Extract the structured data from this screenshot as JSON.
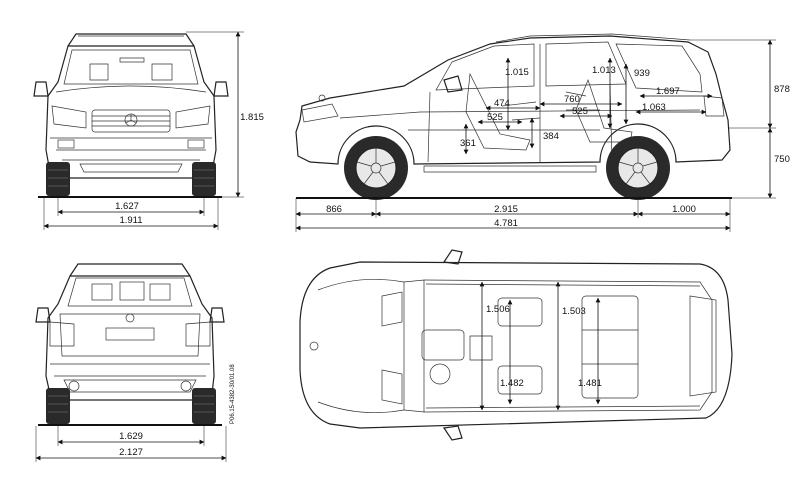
{
  "front": {
    "track": "1.627",
    "width": "1.911",
    "height": "1.815"
  },
  "rear": {
    "track": "1.629",
    "width_mirrors": "2.127",
    "drawing_code": "P06.15-4382-30/01.08"
  },
  "side": {
    "front_overhang": "866",
    "wheelbase": "2.915",
    "rear_overhang": "1.000",
    "length": "4.781",
    "headroom_front": "1.015",
    "headroom_rear": "1.013",
    "upper_height": "878",
    "lower_height": "750",
    "legroom_front": "474",
    "seat_depth_front": "525",
    "legroom_rear": "760",
    "seat_depth_rear": "525",
    "seat_height_front": "361",
    "seat_height_rear": "384",
    "load_height": "939",
    "load_length": "1.697",
    "load_width": "1.063"
  },
  "top": {
    "shoulder_front": "1.506",
    "shoulder_rear": "1.503",
    "hip_front": "1.482",
    "hip_rear": "1.481"
  }
}
